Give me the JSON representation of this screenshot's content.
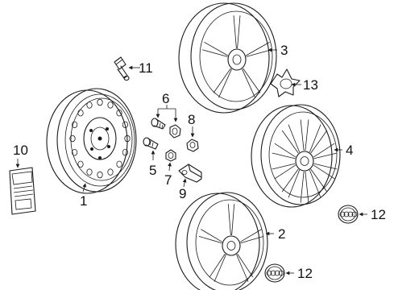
{
  "callouts": {
    "n1": "1",
    "n2": "2",
    "n3": "3",
    "n4": "4",
    "n5": "5",
    "n6": "6",
    "n7": "7",
    "n8": "8",
    "n9": "9",
    "n10": "10",
    "n11": "11",
    "n12a": "12",
    "n12b": "12",
    "n13": "13"
  },
  "colors": {
    "line": "#1a1a1a",
    "background": "#ffffff"
  },
  "icons": [
    "audi-rings-logo-icon"
  ]
}
